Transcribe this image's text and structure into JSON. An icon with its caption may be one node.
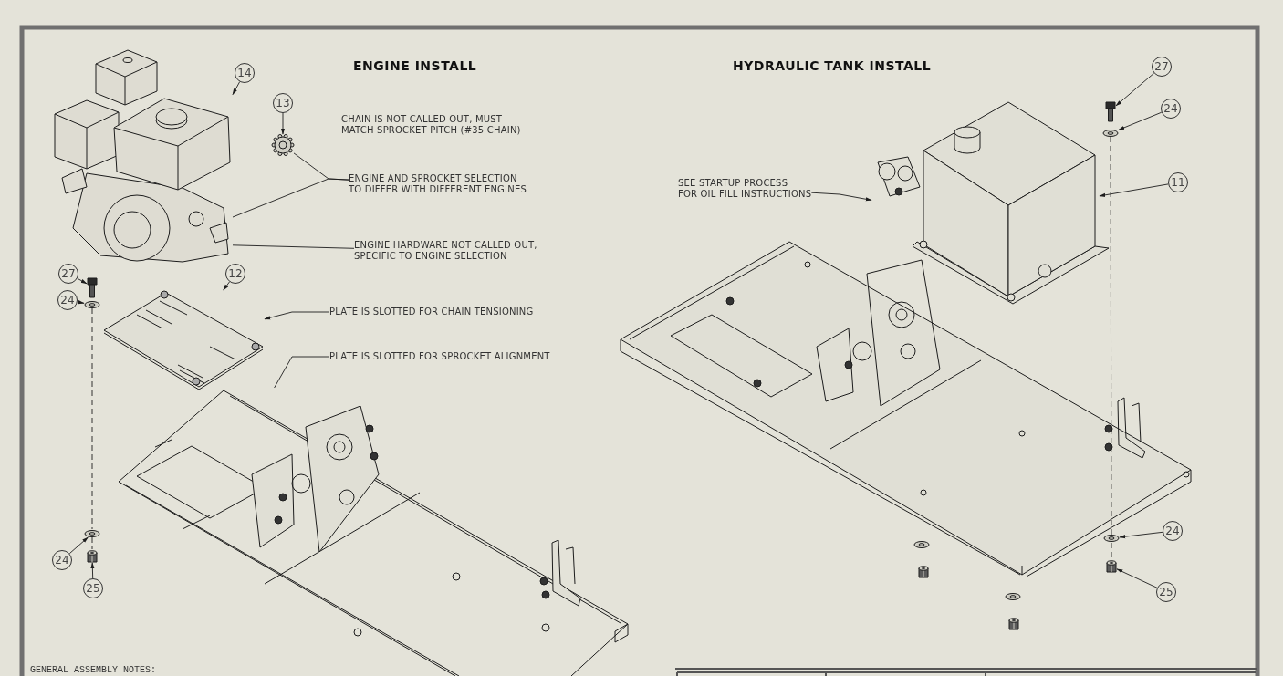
{
  "diagram": {
    "nodes": [
      {
        "text": [
          "14"
        ]
      },
      {
        "text": [],
        "shape": "picture"
      },
      {
        "text": [
          "13"
        ]
      },
      {
        "text": [],
        "shape": "picture"
      },
      {
        "text": [
          "ENGINE AND SPROCKET SELECTION TO DIFFER WITH DIFFERENT ENGINES"
        ]
      },
      {
        "text": [
          "ENGINE HARDWARE NOT CALLED OUT, SPECIFIC TO ENGINE SELECTION"
        ]
      },
      {
        "text": [
          "27"
        ]
      },
      {
        "text": [],
        "shape": "picture"
      },
      {
        "text": [
          "24"
        ]
      },
      {
        "text": [],
        "shape": "picture"
      },
      {
        "text": [
          "12"
        ]
      },
      {
        "text": [],
        "shape": "picture"
      },
      {
        "text": [
          "PLATE IS SLOTTED FOR CHAIN TENSIONING"
        ]
      },
      {
        "text": [
          "PLATE IS SLOTTED FOR SPROCKET ALIGNMENT"
        ]
      },
      {
        "text": [],
        "shape": "picture"
      },
      {
        "text": [
          "24"
        ]
      },
      {
        "text": [],
        "shape": "picture"
      },
      {
        "text": [
          "25"
        ]
      },
      {
        "text": [],
        "shape": "picture"
      },
      {
        "text": [
          "27"
        ]
      },
      {
        "text": [],
        "shape": "picture"
      },
      {
        "text": [
          "24"
        ]
      },
      {
        "text": [],
        "shape": "picture"
      },
      {
        "text": [
          "SEE STARTUP PROCESS FOR OIL FILL INSTRUCTIONS"
        ]
      },
      {
        "text": [],
        "shape": "picture"
      },
      {
        "text": [
          "11"
        ]
      },
      {
        "text": [
          "24"
        ]
      },
      {
        "text": [],
        "shape": "picture"
      },
      {
        "text": [
          "25"
        ]
      },
      {
        "text": [],
        "shape": "picture"
      }
    ],
    "edges": [
      {
        "from": 0,
        "to": 1,
        "arrow": "to"
      },
      {
        "from": 2,
        "to": 3,
        "arrow": "to"
      },
      {
        "from": 4,
        "to": 3,
        "arrow": "none"
      },
      {
        "from": 4,
        "to": 1,
        "arrow": "none"
      },
      {
        "from": 5,
        "to": 1,
        "arrow": "none"
      },
      {
        "from": 6,
        "to": 7,
        "arrow": "to"
      },
      {
        "from": 8,
        "to": 9,
        "arrow": "to"
      },
      {
        "from": 10,
        "to": 11,
        "arrow": "to"
      },
      {
        "from": 12,
        "to": 11,
        "arrow": "to"
      },
      {
        "from": 13,
        "to": 14,
        "arrow": "none"
      },
      {
        "from": 15,
        "to": 16,
        "arrow": "to"
      },
      {
        "from": 17,
        "to": 18,
        "arrow": "to"
      },
      {
        "from": 19,
        "to": 20,
        "arrow": "to"
      },
      {
        "from": 21,
        "to": 22,
        "arrow": "to"
      },
      {
        "from": 23,
        "to": 24,
        "arrow": "to"
      },
      {
        "from": 25,
        "to": 24,
        "arrow": "to"
      },
      {
        "from": 26,
        "to": 27,
        "arrow": "to"
      },
      {
        "from": 28,
        "to": 29,
        "arrow": "to"
      },
      {
        "from": 9,
        "to": 16,
        "arrow": "none",
        "style": "dashed"
      },
      {
        "from": 16,
        "to": 18,
        "arrow": "none",
        "style": "dashed"
      },
      {
        "from": 22,
        "to": 27,
        "arrow": "none",
        "style": "dashed"
      },
      {
        "from": 27,
        "to": 29,
        "arrow": "none",
        "style": "dashed"
      }
    ],
    "labels": [
      "ENGINE INSTALL",
      "HYDRAULIC TANK INSTALL",
      "CHAIN IS NOT CALLED OUT, MUST MATCH SPROCKET PITCH (#35 CHAIN)",
      "GENERAL ASSEMBLY NOTES:"
    ]
  }
}
